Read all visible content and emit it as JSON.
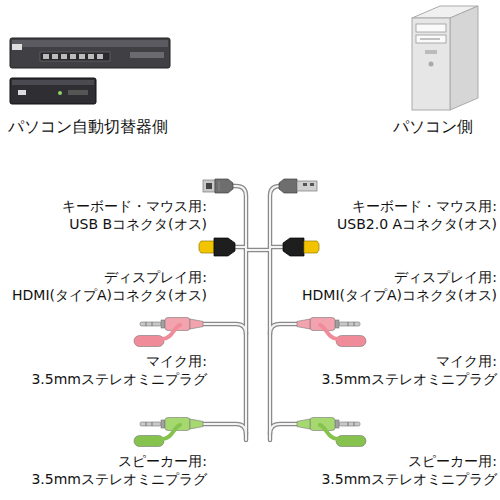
{
  "diagram": {
    "labels": [
      "パソコン自動切替器側",
      "パソコン側",
      "キーボード・マウス用:",
      "USB Bコネクタ(オス)",
      "ディスプレイ用:",
      "HDMI(タイプA)コネクタ(オス)",
      "マイク用:",
      "3.5mmステレオミニプラグ",
      "スピーカー用:",
      "3.5mmステレオミニプラグ",
      "キーボード・マウス用:",
      "USB2.0 Aコネクタ(オス)",
      "ディスプレイ用:",
      "HDMI(タイプA)コネクタ(オス)",
      "マイク用:",
      "3.5mmステレオミニプラグ",
      "スピーカー用:",
      "3.5mmステレオミニプラグ"
    ]
  }
}
